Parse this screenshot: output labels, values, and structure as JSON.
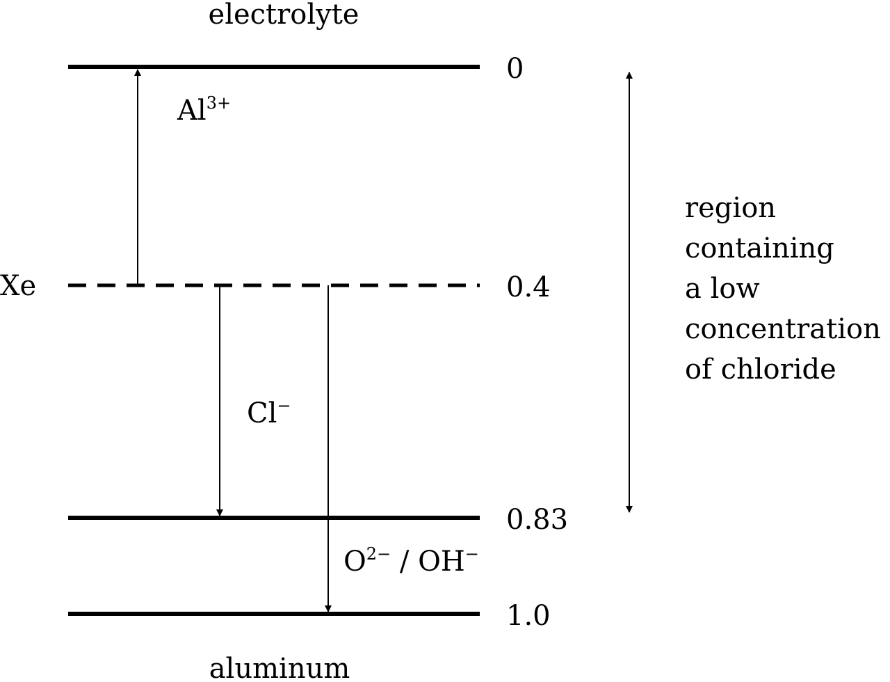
{
  "labels": {
    "top": "electrolyte",
    "bottom": "aluminum",
    "xe": "Xe"
  },
  "levels": [
    {
      "value": "0",
      "style": "solid"
    },
    {
      "value": "0.4",
      "style": "dashed"
    },
    {
      "value": "0.83",
      "style": "solid"
    },
    {
      "value": "1.0",
      "style": "solid"
    }
  ],
  "ions": {
    "al": {
      "base": "Al",
      "charge": "3+"
    },
    "cl": {
      "base": "Cl",
      "charge": "−"
    },
    "o_oh": {
      "o": "O",
      "o_charge": "2−",
      "sep": " / ",
      "oh": "OH",
      "oh_charge": "−"
    }
  },
  "region": {
    "lines": [
      "region",
      "containing",
      "a low",
      "concentration",
      "of chloride"
    ]
  }
}
